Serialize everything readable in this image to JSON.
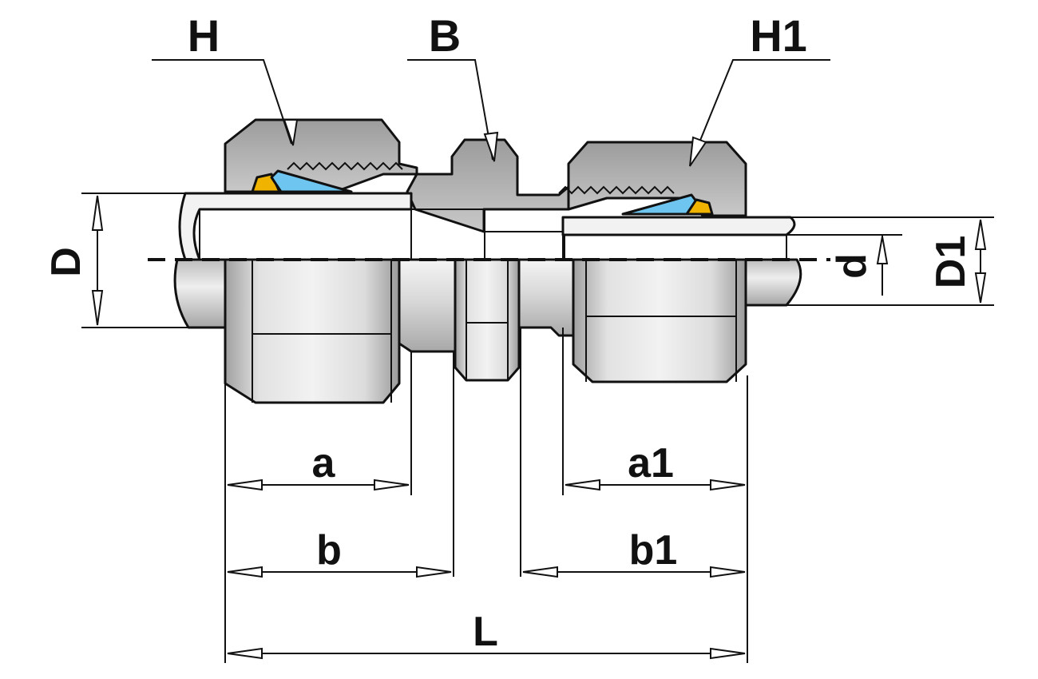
{
  "labels": {
    "nut_left": "H",
    "body": "B",
    "nut_right": "H1",
    "tube_od_left": "D",
    "tube_id": "d",
    "tube_od_right": "D1",
    "dim_a": "a",
    "dim_b": "b",
    "dim_a1": "a1",
    "dim_b1": "b1",
    "dim_L": "L"
  },
  "colors": {
    "metal_light": "#e6e6e6",
    "metal_mid": "#c9c9c9",
    "metal_dark": "#9a9a9a",
    "ferrule_front": "#f0b400",
    "ferrule_back": "#6ec6f0",
    "line": "#111111"
  }
}
